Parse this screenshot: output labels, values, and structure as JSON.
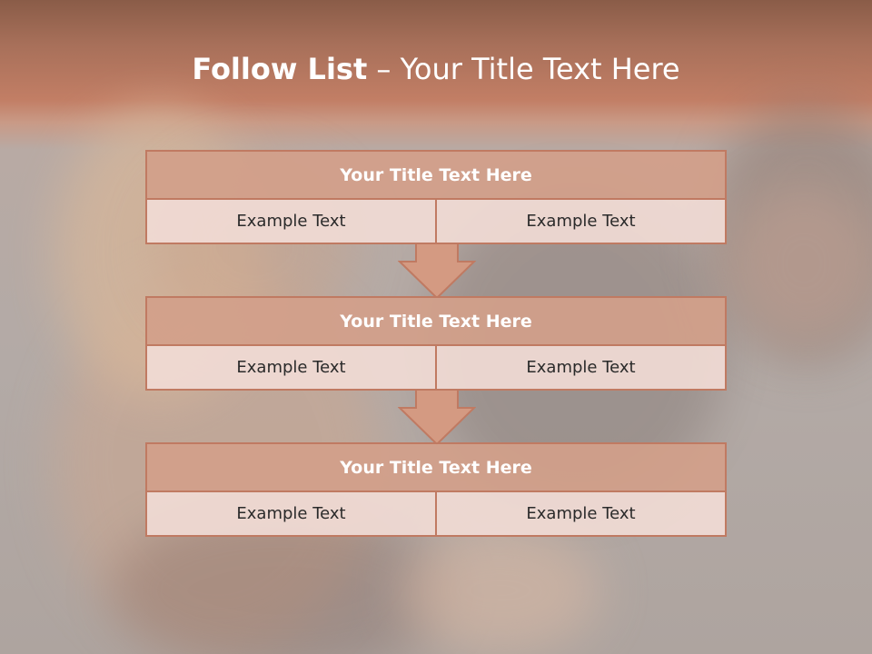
{
  "slide": {
    "title_bold": "Follow List",
    "title_rest": " – Your Title Text Here"
  },
  "blocks": [
    {
      "title": "Your Title Text Here",
      "left": "Example Text",
      "right": "Example Text"
    },
    {
      "title": "Your Title Text Here",
      "left": "Example Text",
      "right": "Example Text"
    },
    {
      "title": "Your Title Text Here",
      "left": "Example Text",
      "right": "Example Text"
    }
  ],
  "colors": {
    "header_band": "#c27e65",
    "block_title_fill": "#d2a08a",
    "cell_fill": "#f0dad4",
    "border": "#c07a62",
    "arrow_fill": "#d49a82"
  },
  "icons": {
    "arrow": "down-arrow-icon"
  }
}
